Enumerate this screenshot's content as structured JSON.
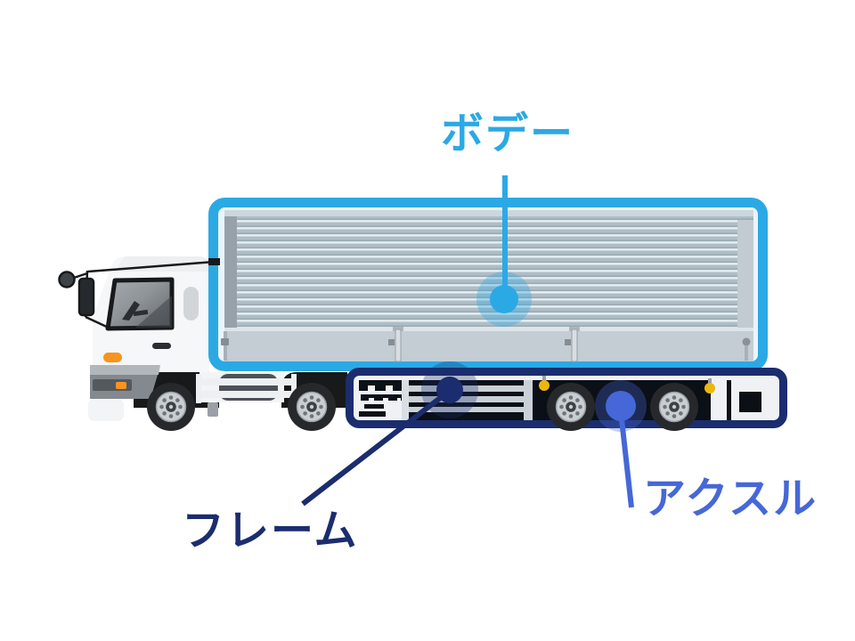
{
  "colors": {
    "body_accent": "#2BA9E5",
    "frame_accent": "#1B2D6E",
    "axle_accent": "#4667D8"
  },
  "diagram": {
    "labels": {
      "body": "ボデー",
      "frame": "フレーム",
      "axle": "アクスル"
    }
  }
}
